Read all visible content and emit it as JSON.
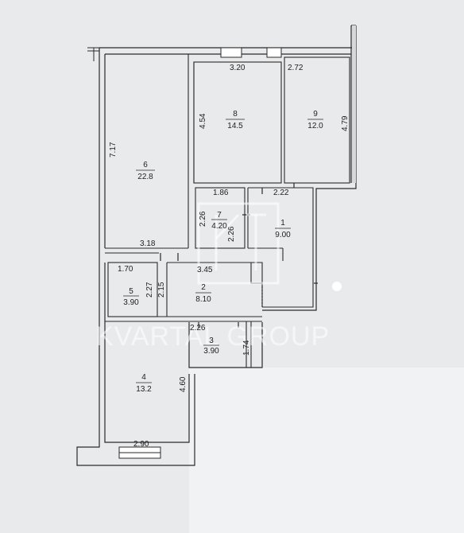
{
  "rooms": [
    {
      "number": "1",
      "area": "9.00"
    },
    {
      "number": "2",
      "area": "8.10"
    },
    {
      "number": "3",
      "area": "3.90"
    },
    {
      "number": "4",
      "area": "13.2"
    },
    {
      "number": "5",
      "area": "3.90"
    },
    {
      "number": "6",
      "area": "22.8"
    },
    {
      "number": "7",
      "area": "4.20"
    },
    {
      "number": "8",
      "area": "14.5"
    },
    {
      "number": "9",
      "area": "12.0"
    }
  ],
  "dimensions": [
    "3.20",
    "2.72",
    "4.54",
    "4.79",
    "7.17",
    "1.86",
    "2.22",
    "2.26",
    "2.26",
    "3.18",
    "1.70",
    "3.45",
    "2.27",
    "2.15",
    "2.26",
    "1.74",
    "4.60",
    "2.90"
  ],
  "watermark": {
    "text": "KVARTAL GROUP"
  },
  "colors": {
    "background": "#e9eaec",
    "wall": "#d7d8da",
    "line": "#2a2a2a",
    "paper": "#f1f2f4"
  }
}
